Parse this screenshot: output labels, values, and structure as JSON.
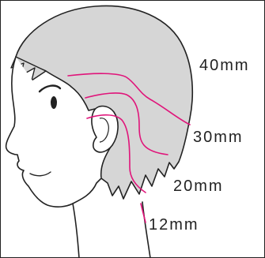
{
  "labels": {
    "mm40": "40mm",
    "mm30": "30mm",
    "mm20": "20mm",
    "mm12": "12mm"
  },
  "colors": {
    "hair": "#d6d6d6",
    "outline": "#222222",
    "guide_lines": "#e0147a",
    "background": "#ffffff"
  }
}
